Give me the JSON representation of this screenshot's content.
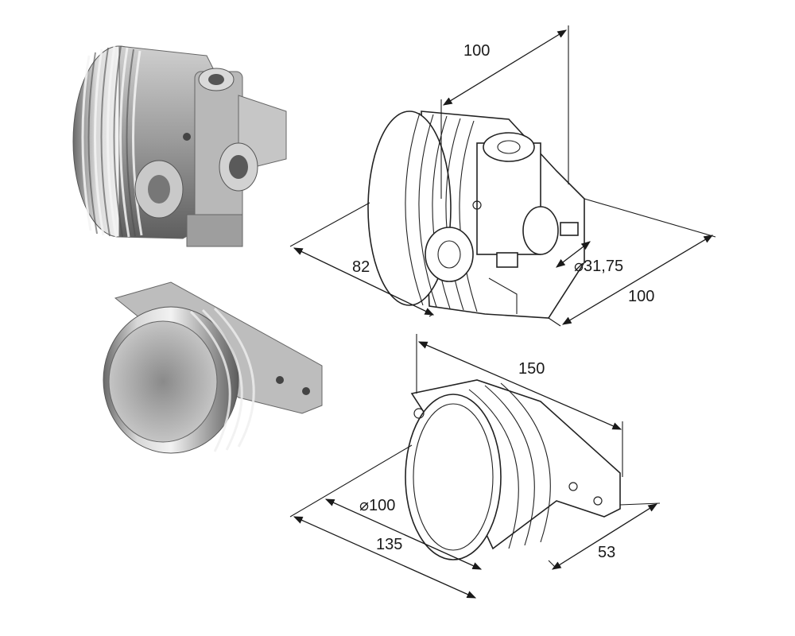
{
  "dimensions": {
    "drum_length": "100",
    "drum_depth": "82",
    "drum_bore": "⌀31,75",
    "drum_width": "100",
    "cap_width": "150",
    "cap_inner": "⌀100",
    "cap_length": "135",
    "cap_flange": "53"
  },
  "colors": {
    "metal_light": "#e6e6e6",
    "metal_mid": "#a9a9a9",
    "metal_dark": "#5a5a5a",
    "line": "#1a1a1a"
  }
}
